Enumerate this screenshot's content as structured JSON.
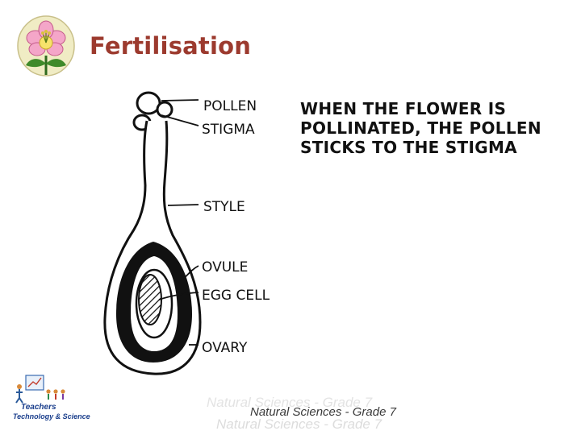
{
  "title": "Fertilisation",
  "diagram": {
    "labels": {
      "pollen": "POLLEN",
      "stigma": "STIGMA",
      "style": "STYLE",
      "ovule": "OVULE",
      "egg_cell": "EGG CELL",
      "ovary": "OVARY"
    },
    "caption_lines": [
      "WHEN THE FLOWER IS",
      "POLLINATED, THE POLLEN",
      "STICKS TO THE STIGMA"
    ]
  },
  "footer": {
    "text": "Natural Sciences - Grade 7",
    "ghost_top": "Natural Sciences - Grade 7",
    "ghost_bottom": "Natural Sciences - Grade 7"
  },
  "logos": {
    "tts_line1": "Teachers",
    "tts_line2": "Technology & Science"
  },
  "colors": {
    "title": "#9c3a2e",
    "flower_petal": "#f4a6c8",
    "logo_background": "#f0ecc4"
  }
}
